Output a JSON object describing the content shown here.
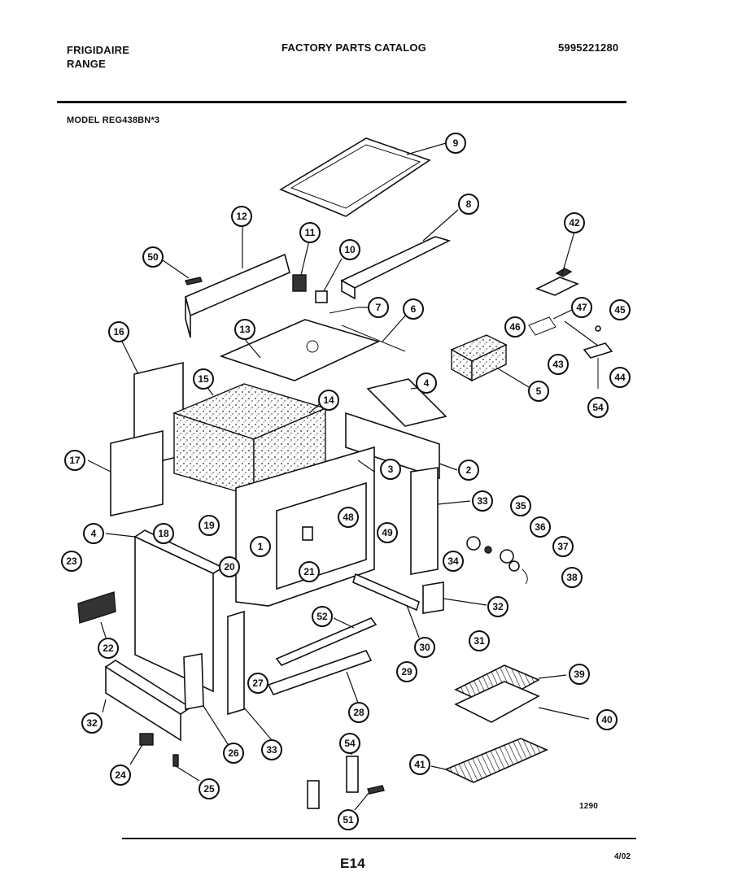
{
  "header": {
    "brand": "FRIGIDAIRE",
    "product": "RANGE",
    "catalog_title": "FACTORY PARTS CATALOG",
    "catalog_number": "5995221280",
    "model": "MODEL REG438BN*3"
  },
  "footer": {
    "page_code": "E14",
    "date": "4/02",
    "drawing_number": "1290"
  },
  "callouts": [
    "9",
    "8",
    "12",
    "11",
    "10",
    "50",
    "7",
    "6",
    "42",
    "47",
    "45",
    "46",
    "43",
    "44",
    "13",
    "16",
    "15",
    "14",
    "4",
    "5",
    "54",
    "17",
    "3",
    "2",
    "33",
    "35",
    "36",
    "37",
    "38",
    "4",
    "18",
    "19",
    "48",
    "49",
    "34",
    "23",
    "1",
    "20",
    "21",
    "32",
    "31",
    "52",
    "30",
    "22",
    "29",
    "39",
    "27",
    "40",
    "32",
    "28",
    "26",
    "33",
    "41",
    "24",
    "25",
    "54",
    "51"
  ]
}
